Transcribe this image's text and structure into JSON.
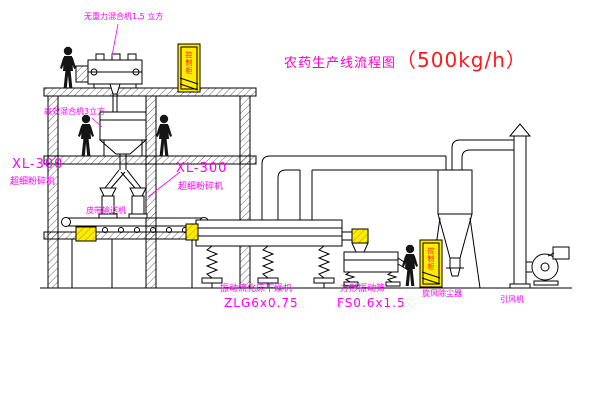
{
  "title": {
    "main": "农药生产线流程图",
    "capacity": "（500kg/h）"
  },
  "equipment_labels": {
    "gravity_mixer": "无重力混合机1.5 立方",
    "efficient_mixer": "高效混合机3立方",
    "mill_left_model": "XL-300",
    "mill_left_name": "超细粉碎机",
    "mill_center_model": "XL-300",
    "mill_center_name": "超细粉碎机",
    "belt_conveyor": "皮带输送机",
    "dryer_name": "振动流化床干燥机",
    "dryer_model": "ZLG6x0.75",
    "screen_name": "方形振动筛",
    "screen_model": "FS0.6x1.5",
    "cyclone": "旋风除尘器",
    "fan": "引风机"
  },
  "cabinets": {
    "top_text": "控制柜",
    "right_text": "控制柜"
  },
  "colors": {
    "label-magenta": "#ff00ff",
    "title-main": "#ff00cc",
    "title-capacity": "#ff1a1a",
    "cabinet-yellow": "#ffec00",
    "cabinet-red-text": "#ff1a1a",
    "line-black": "#000000"
  }
}
